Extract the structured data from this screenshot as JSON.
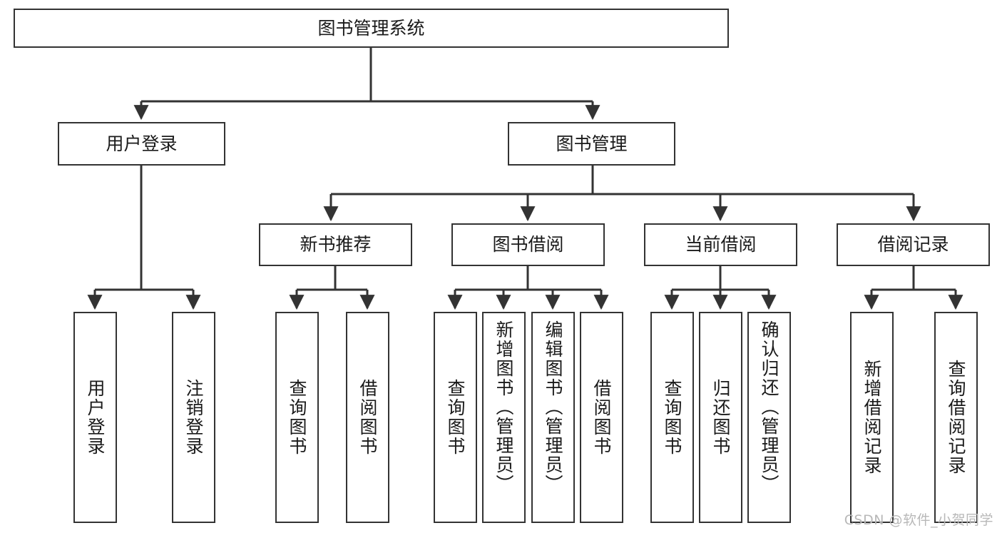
{
  "diagram": {
    "title": "图书管理系统",
    "type": "tree",
    "watermark": "CSDN @软件_小贺同学",
    "colors": {
      "box_border": "#333333",
      "box_fill": "#ffffff",
      "edge": "#333333",
      "text": "#1a1a1a",
      "watermark": "#b8b8b8"
    },
    "nodes": {
      "root": {
        "label": "图书管理系统"
      },
      "level2": [
        {
          "id": "user-login",
          "label": "用户登录"
        },
        {
          "id": "book-manage",
          "label": "图书管理"
        }
      ],
      "level3": [
        {
          "id": "new-book-recommend",
          "label": "新书推荐"
        },
        {
          "id": "book-borrow",
          "label": "图书借阅"
        },
        {
          "id": "current-borrow",
          "label": "当前借阅"
        },
        {
          "id": "borrow-record",
          "label": "借阅记录"
        }
      ],
      "leaves": {
        "user-login": [
          {
            "id": "leaf-user-login",
            "label": "用户登录"
          },
          {
            "id": "leaf-user-logout",
            "label": "注销登录"
          }
        ],
        "new-book-recommend": [
          {
            "id": "leaf-query-book-1",
            "label": "查询图书"
          },
          {
            "id": "leaf-borrow-book-1",
            "label": "借阅图书"
          }
        ],
        "book-borrow": [
          {
            "id": "leaf-query-book-2",
            "label": "查询图书"
          },
          {
            "id": "leaf-add-book",
            "label": "新增图书（管理员）"
          },
          {
            "id": "leaf-edit-book",
            "label": "编辑图书（管理员）"
          },
          {
            "id": "leaf-borrow-book-2",
            "label": "借阅图书"
          }
        ],
        "current-borrow": [
          {
            "id": "leaf-query-book-3",
            "label": "查询图书"
          },
          {
            "id": "leaf-return-book",
            "label": "归还图书"
          },
          {
            "id": "leaf-confirm-return",
            "label": "确认归还（管理员）"
          }
        ],
        "borrow-record": [
          {
            "id": "leaf-add-record",
            "label": "新增借阅记录"
          },
          {
            "id": "leaf-query-record",
            "label": "查询借阅记录"
          }
        ]
      }
    }
  }
}
